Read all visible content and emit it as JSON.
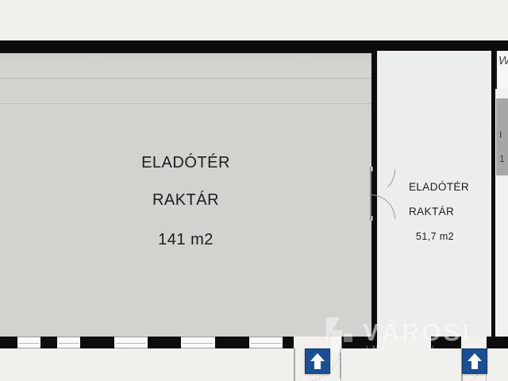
{
  "plan": {
    "rooms": [
      {
        "id": "main",
        "name": "ELADÓTÉR",
        "name2": "RAKTÁR",
        "area": "141 m2",
        "fill": "#d3d2ce"
      },
      {
        "id": "right",
        "name": "ELADÓTÉR",
        "name2": "RAKTÁR",
        "area": "51,7 m2",
        "fill": "#eceded"
      },
      {
        "id": "far",
        "name": "I",
        "area": "1",
        "wc_label": "W",
        "fill": "#a7a7a6"
      }
    ],
    "markers": [
      {
        "id": "entry-left",
        "icon": "arrow-up-icon",
        "color": "#1a4f93"
      },
      {
        "id": "entry-right",
        "icon": "arrow-up-icon",
        "color": "#1a4f93"
      }
    ],
    "watermark": {
      "text": "VÁROSI",
      "subtext": "INGATLAN",
      "logo": "building-mark-icon"
    },
    "colors": {
      "wall": "#0d0d0d",
      "paper": "#f1f0ec",
      "marker_blue": "#1a4f93",
      "window": "#fbfbfa"
    }
  }
}
